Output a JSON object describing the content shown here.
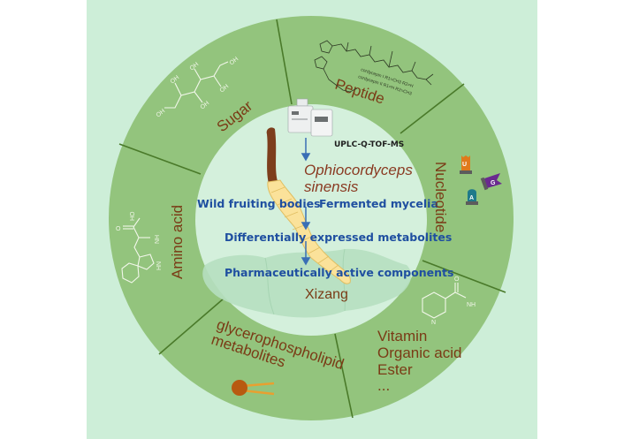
{
  "colors": {
    "background": "#cdeed8",
    "ring": "#93c47d",
    "divider": "#4a7a2a",
    "inner_circle": "#d4f0dc",
    "segment_text": "#7a3b16",
    "flow_text": "#1f4fa0",
    "arrow": "#3a6fb5",
    "fungus_stroma": "#7d3e1c",
    "fungus_body": "#fbe29a"
  },
  "center": {
    "instrument_label": "UPLC-Q-TOF-MS",
    "organism_line1": "Ophiocordyceps",
    "organism_line2": "sinensis",
    "left_source": "Wild fruiting bodies",
    "right_source": "Fermented mycelia",
    "step2": "Differentially expressed metabolites",
    "step3": "Pharmaceutically active components",
    "region": "Xizang"
  },
  "segments": {
    "sugar": {
      "label": "Sugar",
      "icon": "sugar-alcohol-structure"
    },
    "peptide": {
      "label": "Peptide",
      "icon": "cyclic-peptide-structure",
      "caption1": "cordycepin I  R1=CH3 R2=H",
      "caption2": "cordycepin II  R1=H R2=CH3"
    },
    "nucleotide": {
      "label": "Nucleotide",
      "icons": [
        "U",
        "G",
        "A"
      ]
    },
    "vitamin": {
      "lines": [
        "Vitamin",
        "Organic acid",
        "Ester",
        "..."
      ],
      "icon": "nicotinamide-structure"
    },
    "glycerophospholipid": {
      "line1": "glycerophospholipid",
      "line2": "metabolites",
      "icon": "phospholipid-icon"
    },
    "amino_acid": {
      "label": "Amino acid",
      "icon": "tryptophan-structure"
    }
  },
  "molecule_labels": {
    "oh": "OH",
    "ho": "HO",
    "nh2": "NH",
    "nh2_sub": "2",
    "hn": "HN",
    "o": "O",
    "n": "N"
  }
}
